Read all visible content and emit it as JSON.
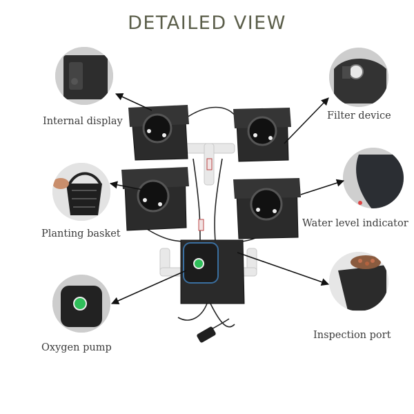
{
  "title": "DETAILED VIEW",
  "labels": {
    "internal_display": "Internal display",
    "filter_device": "Filter device",
    "planting_basket": "Planting basket",
    "water_level_indicator": "Water level indicator",
    "inspection_port": "Inspection port",
    "oxygen_pump": "Oxygen pump"
  },
  "colors": {
    "title": "#5b5e4a",
    "bucket": "#2b2b2b",
    "pipe": "#e6e6e6",
    "led": "#2fbf5a"
  }
}
